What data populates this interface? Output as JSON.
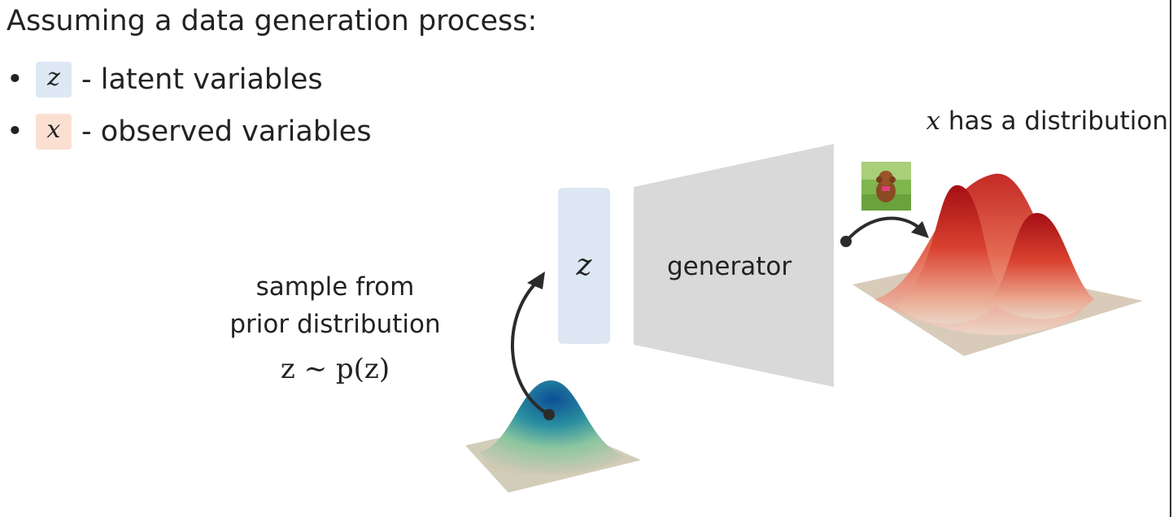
{
  "heading": "Assuming a data generation process:",
  "bullets": [
    {
      "symbol": "z",
      "text": "- latent variables",
      "color": "#dde8f4"
    },
    {
      "symbol": "x",
      "text": "- observed variables",
      "color": "#fbe0d2"
    }
  ],
  "bullet_glyph": "•",
  "x_distribution": {
    "symbol": "x",
    "text": " has a distribution"
  },
  "sample": {
    "line1": "sample from",
    "line2": "prior distribution",
    "formula": "z ∼ p(z)"
  },
  "latent_box": {
    "symbol": "z",
    "color": "#dce7f3"
  },
  "generator": {
    "label": "generator",
    "color": "#d9d9d9"
  },
  "colors": {
    "prior_peak": "#0d4f96",
    "prior_base": "#cfc9b4",
    "data_peak": "#b11a1a",
    "data_base": "#d8cbb9"
  }
}
